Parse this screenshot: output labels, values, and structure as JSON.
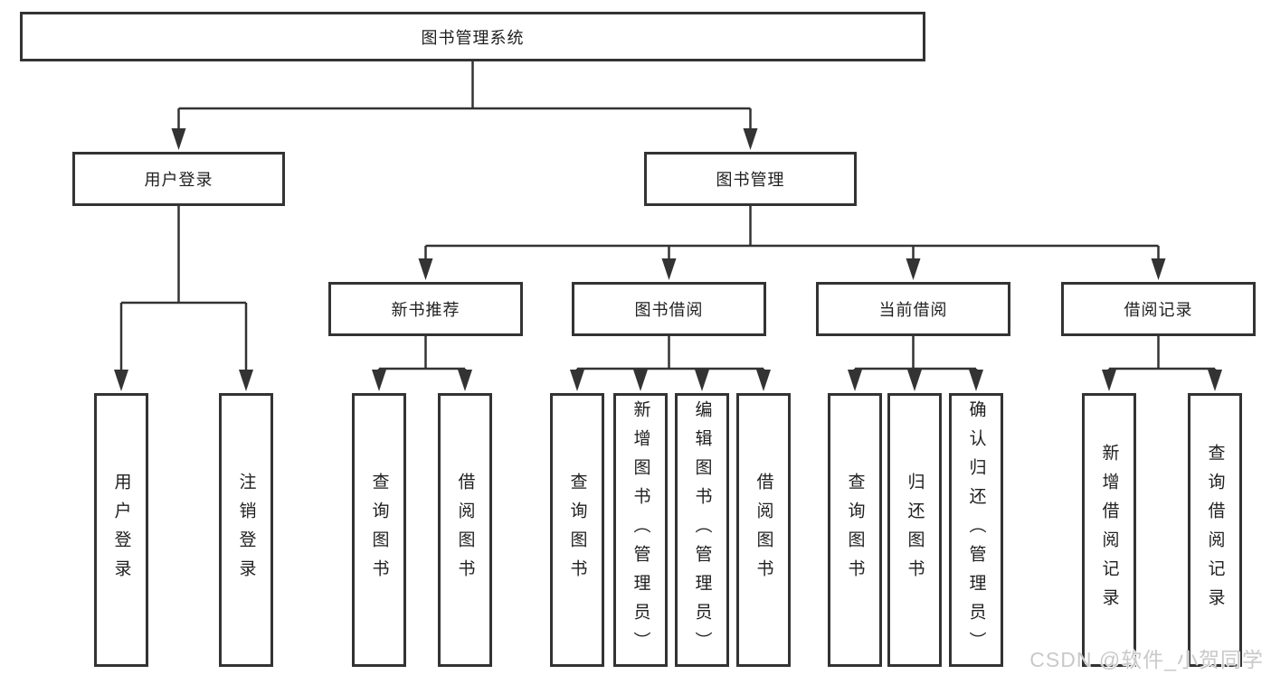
{
  "tree": {
    "root": {
      "label": "图书管理系统"
    },
    "branches": [
      {
        "label": "用户登录",
        "children": [
          {
            "label": "用户登录"
          },
          {
            "label": "注销登录"
          }
        ]
      },
      {
        "label": "图书管理",
        "children": [
          {
            "label": "新书推荐",
            "children": [
              {
                "label": "查询图书"
              },
              {
                "label": "借阅图书"
              }
            ]
          },
          {
            "label": "图书借阅",
            "children": [
              {
                "label": "查询图书"
              },
              {
                "label": "新增图书（管理员）"
              },
              {
                "label": "编辑图书（管理员）"
              },
              {
                "label": "借阅图书"
              }
            ]
          },
          {
            "label": "当前借阅",
            "children": [
              {
                "label": "查询图书"
              },
              {
                "label": "归还图书"
              },
              {
                "label": "确认归还（管理员）"
              }
            ]
          },
          {
            "label": "借阅记录",
            "children": [
              {
                "label": "新增借阅记录"
              },
              {
                "label": "查询借阅记录"
              }
            ]
          }
        ]
      }
    ]
  },
  "watermark": {
    "text": "CSDN @软件_小贺同学"
  },
  "colors": {
    "line": "#333333",
    "text": "#1f1f1f",
    "watermark": "#c9c9c9"
  }
}
